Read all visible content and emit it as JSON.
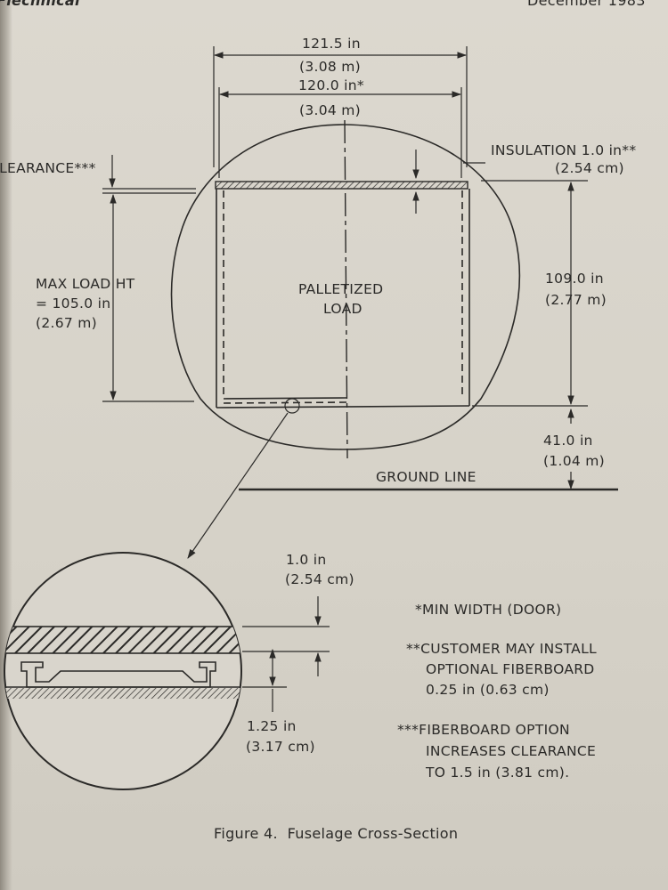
{
  "header": {
    "left": "Flechnical",
    "right": "December 1983"
  },
  "dims": {
    "outer_width_in": "121.5 in",
    "outer_width_m": "(3.08 m)",
    "inner_width_in": "120.0 in*",
    "inner_width_m": "(3.04 m)",
    "insulation_in": "INSULATION 1.0 in**",
    "insulation_cm": "(2.54 cm)",
    "clearance": "CLEARANCE***",
    "max_load_1": "MAX LOAD HT",
    "max_load_2": "= 105.0 in",
    "max_load_3": "(2.67 m)",
    "height_in": "109.0 in",
    "height_m": "(2.77 m)",
    "ground_in": "41.0 in",
    "ground_m": "(1.04 m)",
    "ground_line": "GROUND LINE",
    "load_1": "PALLETIZED",
    "load_2": "LOAD"
  },
  "detail": {
    "top_in": "1.0 in",
    "top_cm": "(2.54 cm)",
    "bottom_in": "1.25 in",
    "bottom_cm": "(3.17 cm)"
  },
  "notes": {
    "n1": "*MIN WIDTH (DOOR)",
    "n2_1": "**CUSTOMER MAY INSTALL",
    "n2_2": "OPTIONAL FIBERBOARD",
    "n2_3": "0.25 in (0.63 cm)",
    "n3_1": "***FIBERBOARD OPTION",
    "n3_2": "INCREASES CLEARANCE",
    "n3_3": "TO 1.5 in (3.81 cm)."
  },
  "caption": "Figure 4.  Fuselage Cross-Section"
}
